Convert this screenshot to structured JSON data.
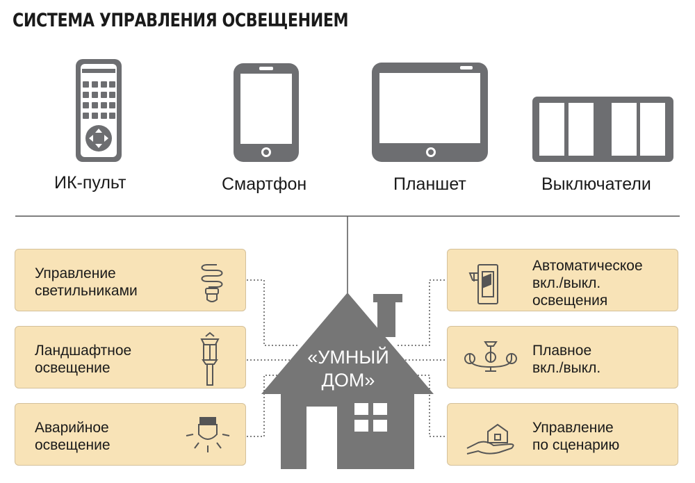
{
  "title": "СИСТЕМА УПРАВЛЕНИЯ ОСВЕЩЕНИЕМ",
  "devices": {
    "remote": "ИК-пульт",
    "smartphone": "Смартфон",
    "tablet": "Планшет",
    "switches": "Выключатели"
  },
  "house": {
    "line1": "«УМНЫЙ",
    "line2": "ДОМ»"
  },
  "functions": {
    "left": [
      {
        "line1": "Управление",
        "line2": "светильниками",
        "icon": "cfl-bulb-icon"
      },
      {
        "line1": "Ландшафтное",
        "line2": "освещение",
        "icon": "garden-lamp-icon"
      },
      {
        "line1": "Аварийное",
        "line2": "освещение",
        "icon": "emergency-light-icon"
      }
    ],
    "right": [
      {
        "line1": "Автоматическое",
        "line2": "вкл./выкл.",
        "line3": "освещения",
        "icon": "auto-switch-icon"
      },
      {
        "line1": "Плавное",
        "line2": "вкл./выкл.",
        "icon": "chandelier-icon"
      },
      {
        "line1": "Управление",
        "line2": "по сценарию",
        "icon": "hand-house-icon"
      }
    ]
  },
  "colors": {
    "device_gray": "#6d6e71",
    "box_fill": "#f8e3b7",
    "house_gray": "#767676",
    "text": "#1a1a1a"
  }
}
